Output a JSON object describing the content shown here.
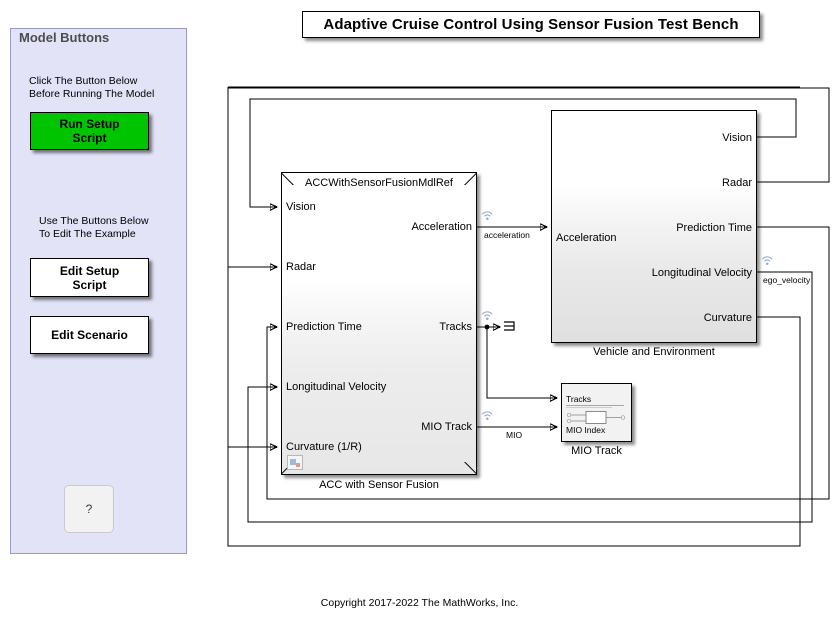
{
  "title": "Adaptive Cruise Control Using Sensor Fusion Test Bench",
  "panel": {
    "heading": "Model Buttons",
    "note_top": "Click The Button Below\nBefore Running The Model",
    "note_bottom": "Use The Buttons Below\nTo Edit The Example",
    "buttons": [
      {
        "label": "Run Setup\nScript",
        "color": "#00c400"
      },
      {
        "label": "Edit Setup\nScript",
        "color": "#ffffff"
      },
      {
        "label": "Edit Scenario",
        "color": "#ffffff"
      }
    ],
    "help_label": "?",
    "background": "#e3e3f8",
    "heading_color": "#4d4d4d"
  },
  "blocks": {
    "acc": {
      "mdlref_title": "ACCWithSensorFusionMdlRef",
      "caption": "ACC with Sensor Fusion",
      "inputs": [
        "Vision",
        "Radar",
        "Prediction Time",
        "Longitudinal Velocity",
        "Curvature (1/R)"
      ],
      "outputs": [
        "Acceleration",
        "Tracks",
        "MIO Track"
      ]
    },
    "vehicle": {
      "caption": "Vehicle and Environment",
      "inputs": [
        "Acceleration"
      ],
      "outputs": [
        "Vision",
        "Radar",
        "Prediction Time",
        "Longitudinal Velocity",
        "Curvature"
      ]
    },
    "mio": {
      "caption": "MIO Track",
      "inputs": [
        "Tracks",
        "MIO Index"
      ]
    }
  },
  "signal_labels": [
    {
      "name": "acceleration"
    },
    {
      "name": "ego_velocity"
    },
    {
      "name": "MIO"
    }
  ],
  "copyright": "Copyright 2017-2022 The MathWorks, Inc."
}
